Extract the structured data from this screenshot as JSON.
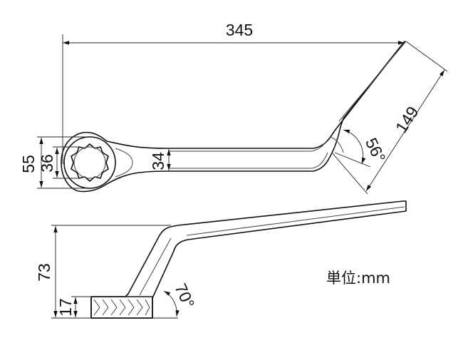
{
  "dimensions": {
    "overall_length": "345",
    "offset_length": "149",
    "ring_outer": "55",
    "ring_inner": "36",
    "shaft_width": "34",
    "bend_angle": "56°",
    "height": "73",
    "ring_thickness": "17",
    "side_angle": "70°"
  },
  "unit_label": "単位:mm"
}
